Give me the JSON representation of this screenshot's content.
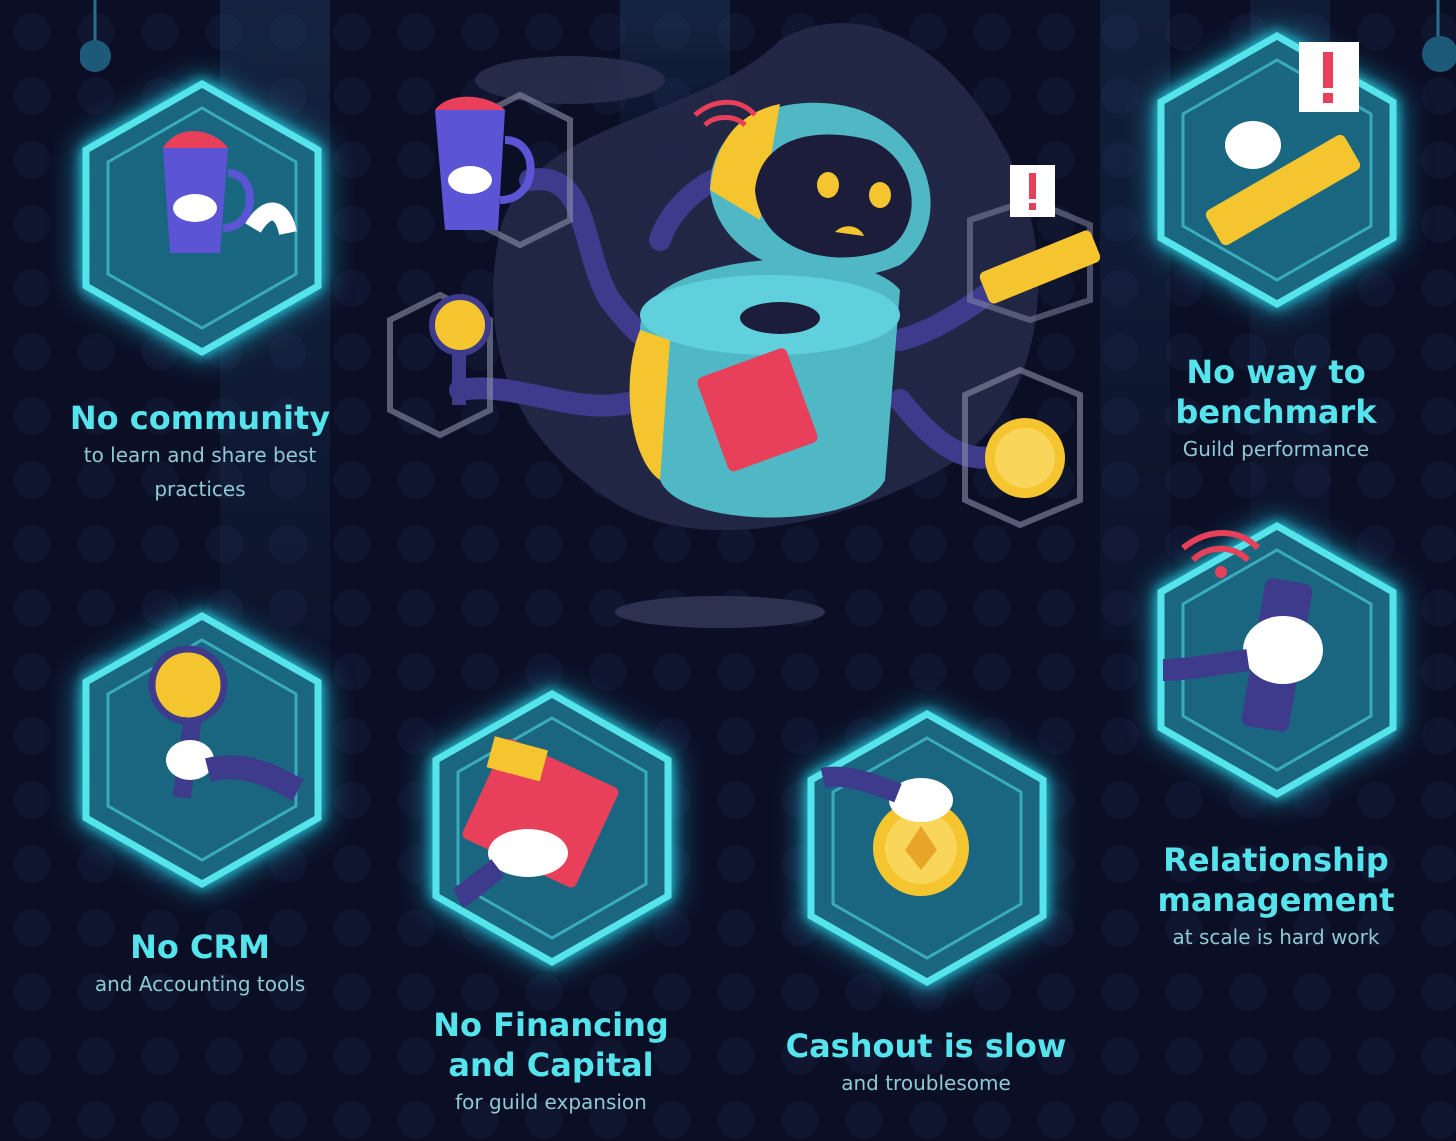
{
  "features": [
    {
      "id": "community",
      "title": "No community",
      "subtitle": "to learn and share best\npractices",
      "icon": "mug-icon"
    },
    {
      "id": "crm",
      "title": "No CRM",
      "subtitle": "and Accounting tools",
      "icon": "magnifier-icon"
    },
    {
      "id": "financing",
      "title": "No Financing\nand Capital",
      "subtitle": "for guild expansion",
      "icon": "money-envelope-icon"
    },
    {
      "id": "cashout",
      "title": "Cashout is slow",
      "subtitle": "and troublesome",
      "icon": "coin-icon"
    },
    {
      "id": "benchmark",
      "title": "No way to\nbenchmark",
      "subtitle": "Guild performance",
      "icon": "phone-alert-icon"
    },
    {
      "id": "relationship",
      "title": "Relationship\nmanagement",
      "subtitle": "at scale is hard work",
      "icon": "phone-signal-icon"
    }
  ],
  "colors": {
    "background": "#0b0f26",
    "accent": "#56e4ec",
    "subtitle": "#8ec9d4",
    "mug": "#5b55d6",
    "coin": "#f5c52f",
    "alert": "#e8405a",
    "robot": "#4fb8c4"
  }
}
